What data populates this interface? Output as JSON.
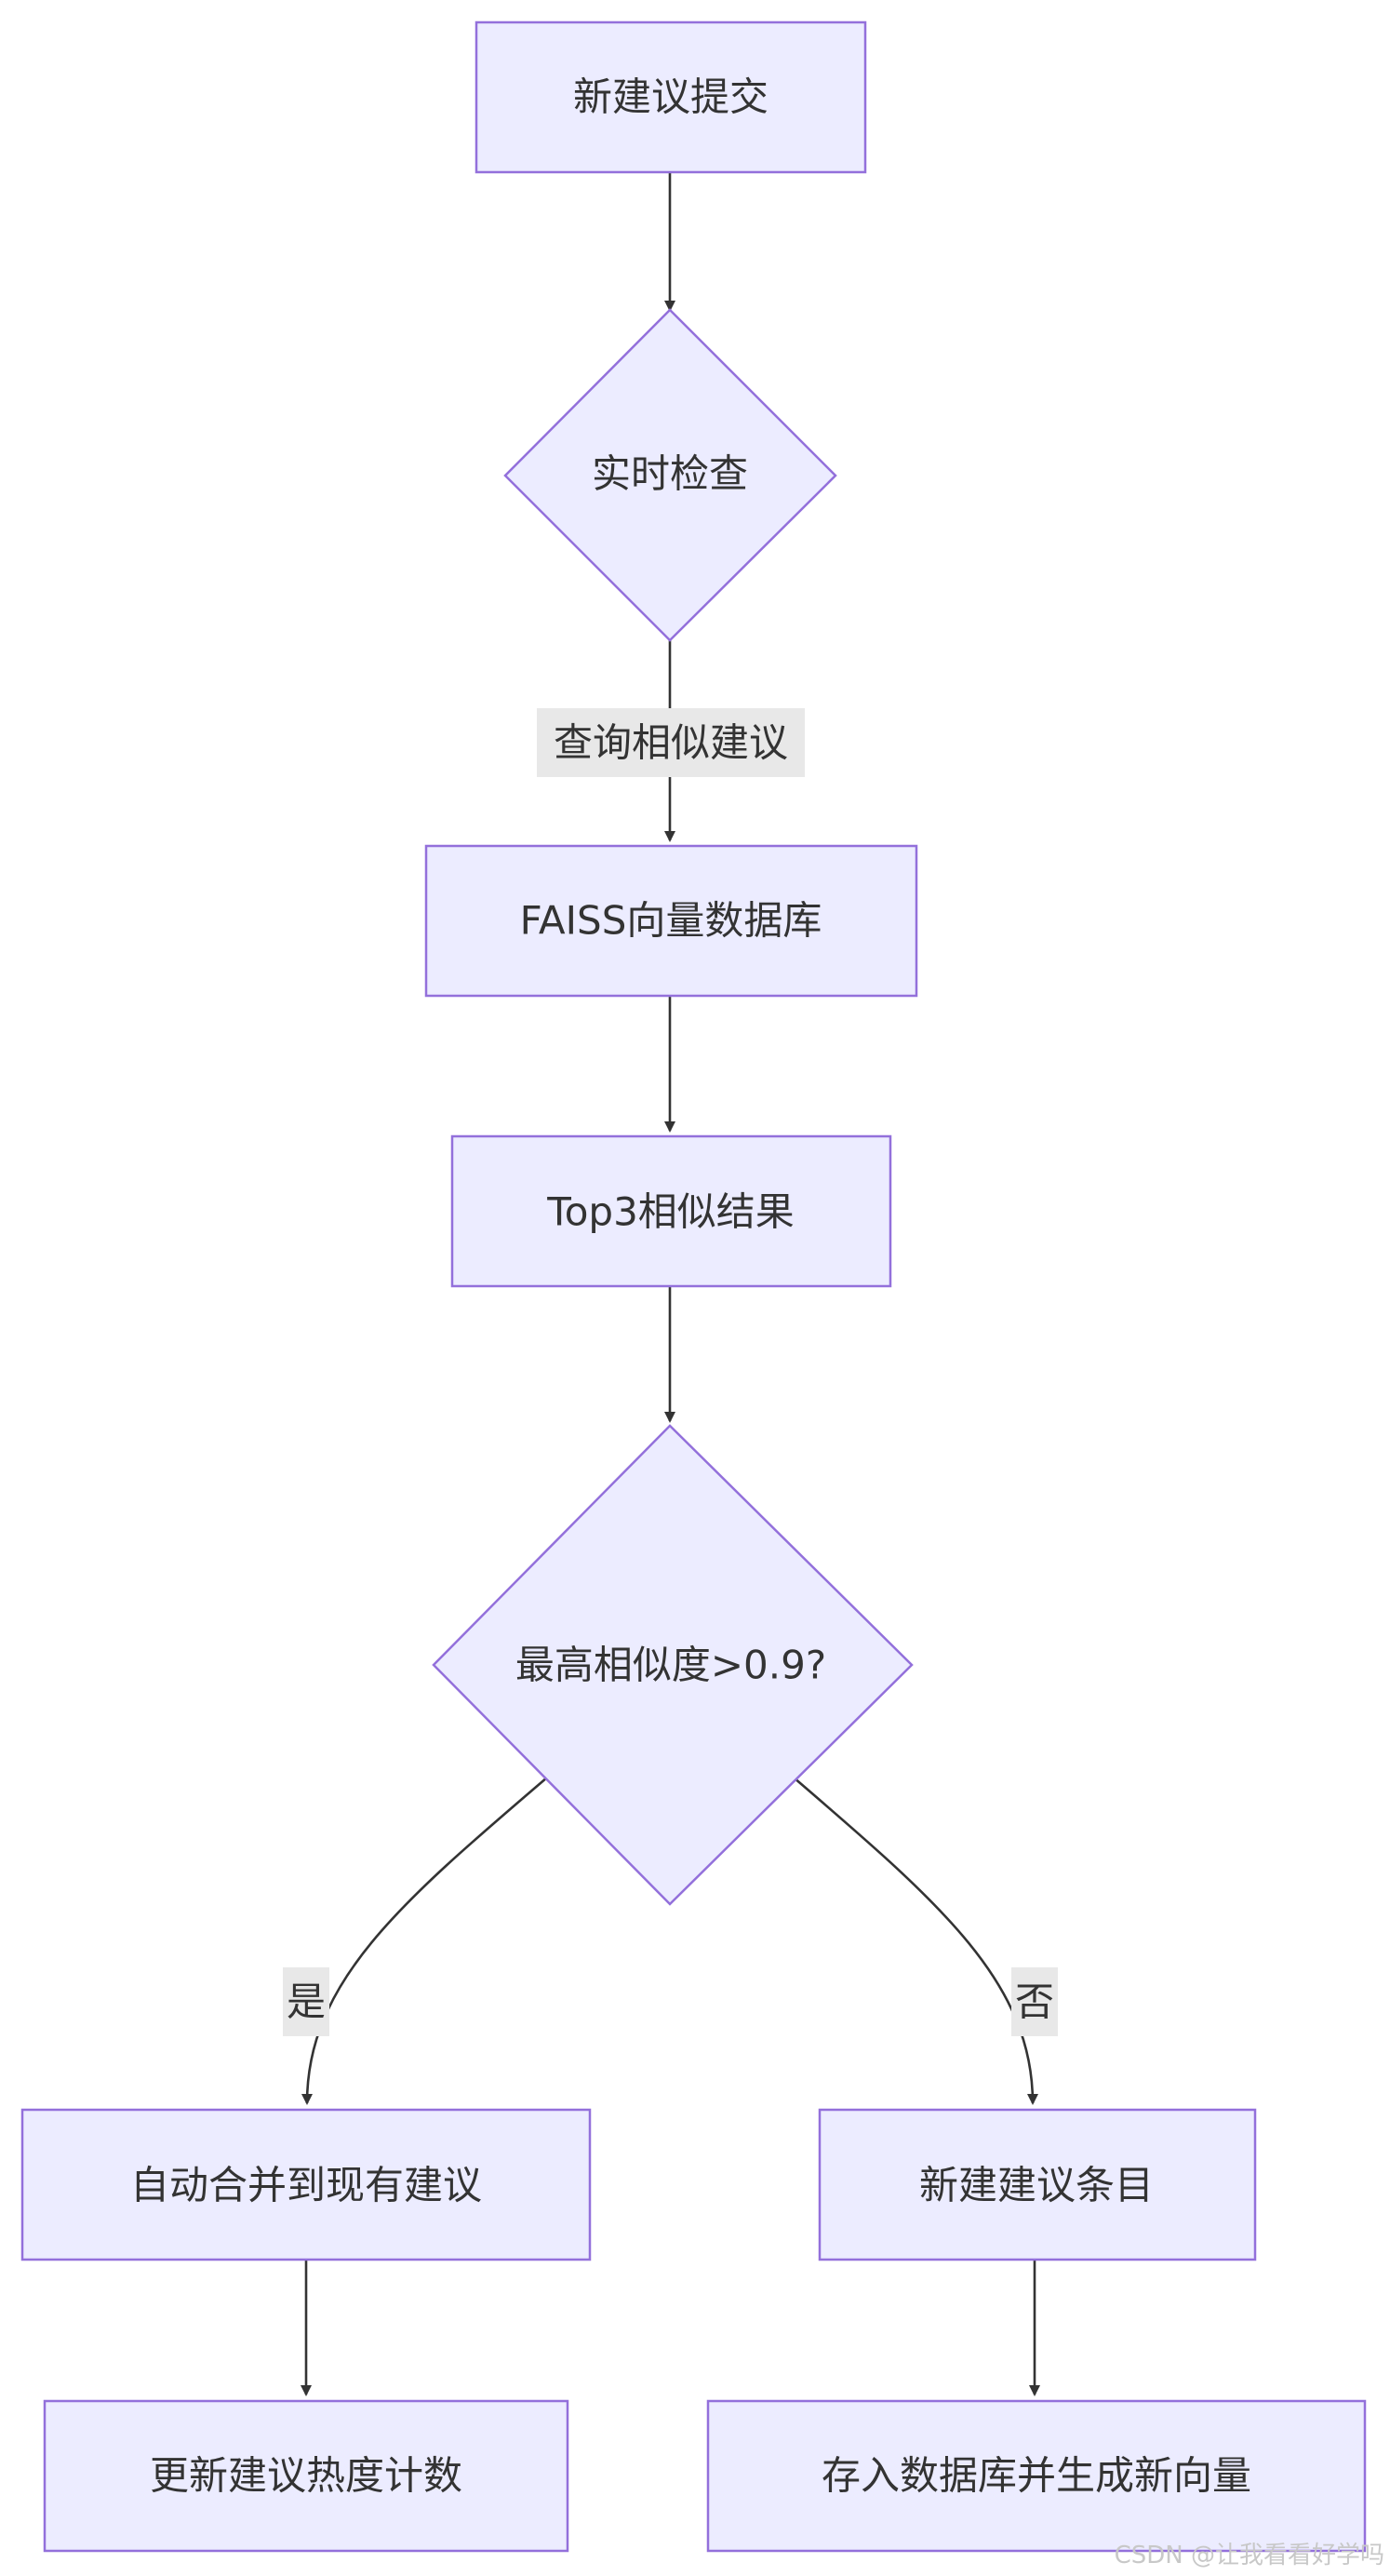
{
  "nodes": {
    "submit": "新建议提交",
    "realtime_check": "实时检查",
    "faiss_db": "FAISS向量数据库",
    "top3": "Top3相似结果",
    "decision": "最高相似度>0.9?",
    "auto_merge": "自动合并到现有建议",
    "new_entry": "新建建议条目",
    "update_count": "更新建议热度计数",
    "store_vector": "存入数据库并生成新向量"
  },
  "edges": {
    "query_similar": "查询相似建议",
    "yes": "是",
    "no": "否"
  },
  "watermark": "CSDN @让我看看好学吗",
  "colors": {
    "node_fill": "#ECECFF",
    "node_stroke": "#9370DB",
    "edge": "#333333",
    "edge_label_bg": "#E8E8E8"
  }
}
